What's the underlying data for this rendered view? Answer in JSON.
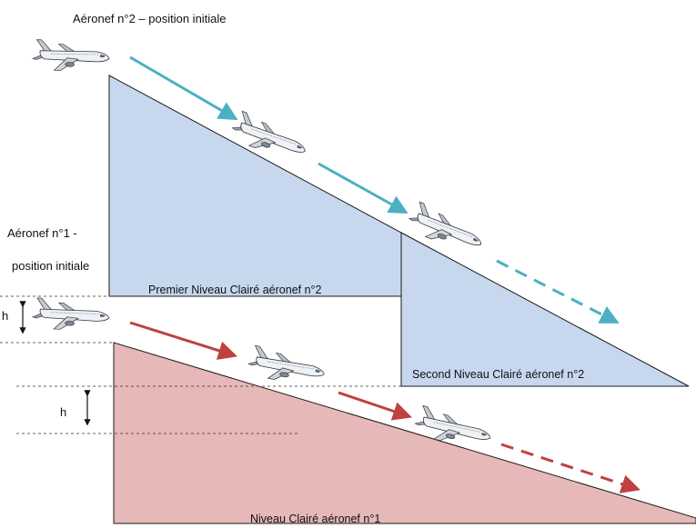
{
  "labels": {
    "aircraft2_initial": "Aéronef n°2 – position initiale",
    "aircraft1_initial_line1": "Aéronef n°1 -",
    "aircraft1_initial_line2": "position initiale",
    "first_level_ac2": "Premier Niveau Clairé aéronef n°2",
    "second_level_ac2": "Second Niveau Clairé aéronef n°2",
    "level_ac1": "Niveau Clairé aéronef n°1",
    "h_left": "h",
    "h_middle": "h"
  },
  "colors": {
    "blue_fill": "#c7d8ee",
    "red_fill": "#e6b8b8",
    "teal_arrow": "#4bb0c2",
    "red_arrow": "#c04040",
    "outline": "#1a1a1a"
  },
  "icons": {
    "aircraft": "airliner-icon"
  }
}
